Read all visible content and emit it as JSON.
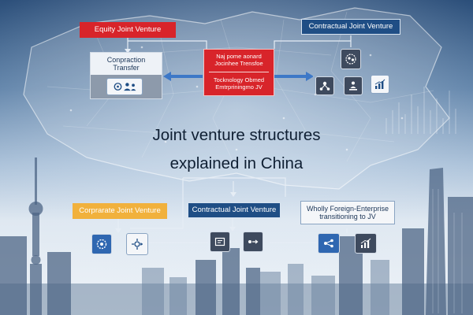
{
  "title": {
    "line1": "Joint venture structures",
    "line2": "explained in China"
  },
  "top": {
    "equity_label": "Equity Joint Venture",
    "contractual_label": "Contractual Joint Venture",
    "card_left": {
      "line1": "Conpraction",
      "line2": "Transfer"
    },
    "card_center": {
      "line1": "Naj pome aonard",
      "line2": "Jocinhee Trensfoe",
      "line3": "Tocknology Obmed",
      "line4": "Emtrpriningmo JV"
    }
  },
  "bottom": {
    "corporate_label": "Corprarate Joint Venture",
    "contractual_label": "Contractual Joint Venture",
    "wfoe_label": {
      "line1": "Wholly Foreign-Enterprise",
      "line2": "transitioning to JV"
    }
  },
  "colors": {
    "red": "#d8242a",
    "navy": "#1f4e85",
    "orange": "#f1b13c",
    "icon_dark": "#3e4a5e",
    "icon_blue": "#2f67b1"
  },
  "icons": [
    "handshake-icon",
    "people-icon",
    "gear-group-icon",
    "user-network-icon",
    "bar-chart-icon",
    "target-gear-icon",
    "settings-arrows-icon",
    "document-icon",
    "exchange-icon",
    "share-nodes-icon",
    "growth-chart-icon"
  ]
}
